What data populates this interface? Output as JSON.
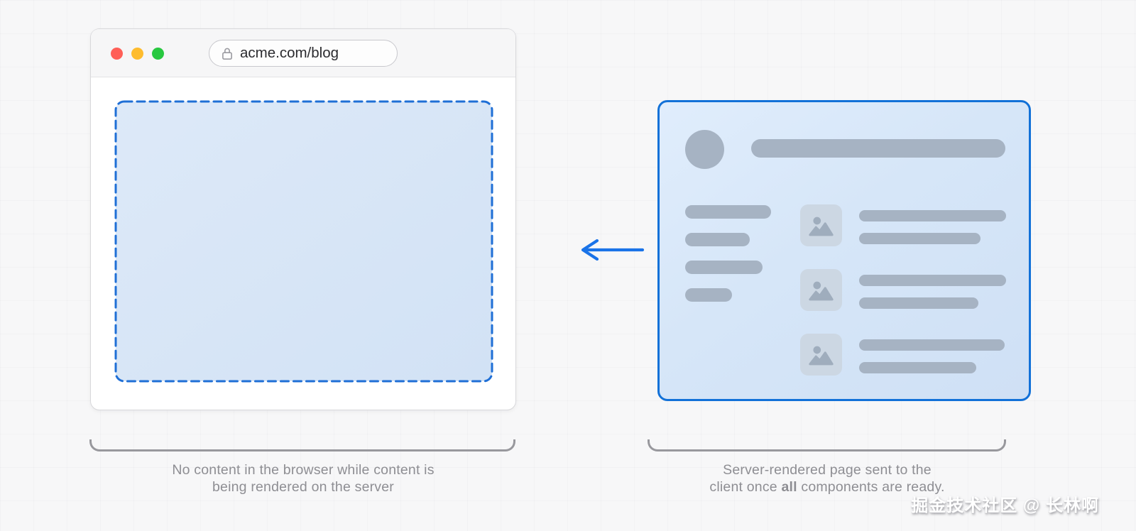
{
  "browser_window": {
    "url": "acme.com/blog"
  },
  "left_panel": {
    "caption_line1": "No content in the browser while content is",
    "caption_line2": "being rendered on the server"
  },
  "right_panel": {
    "caption_line1": "Server-rendered page sent to the",
    "caption_line2_prefix": "client once ",
    "caption_line2_bold": "all",
    "caption_line2_suffix": " components are ready.",
    "skeleton": {
      "title_bar_width": 358,
      "sidebar_bar_widths": [
        121,
        91,
        109,
        66
      ],
      "list_rows": [
        {
          "bar_widths": [
            207,
            171
          ]
        },
        {
          "bar_widths": [
            207,
            168
          ]
        },
        {
          "bar_widths": [
            205,
            165
          ]
        }
      ]
    }
  },
  "watermark": {
    "text": "掘金技术社区 @ 长林啊"
  },
  "colors": {
    "accent_blue": "#1a73e8",
    "dashed_border_blue": "#1f6fd6",
    "card_border_blue": "#1271d8",
    "placeholder_fill_light": "#dde9f8",
    "placeholder_fill_dark": "#d2e2f5",
    "skeleton_gray": "#a6b3c3",
    "image_tile_bg": "#ccd7e3",
    "image_glyph": "#9fadbd",
    "traffic_red": "#ff5f57",
    "traffic_yellow": "#febc2e",
    "traffic_green": "#28c840",
    "caption_gray": "#8e8e93",
    "brace_gray": "#98989d"
  }
}
